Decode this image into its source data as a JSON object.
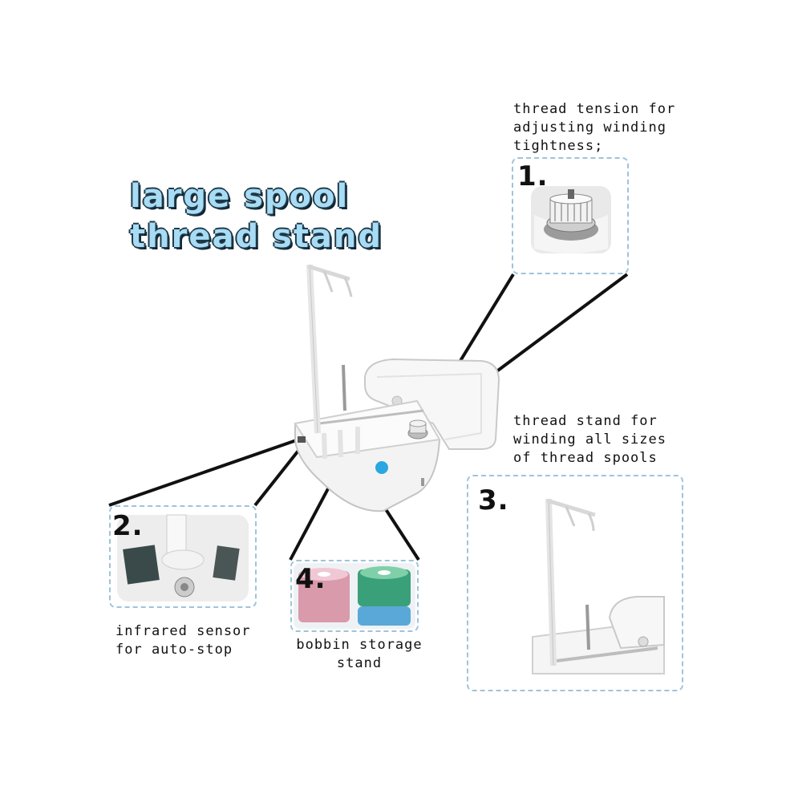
{
  "title": {
    "line1": "large spool",
    "line2": "thread stand"
  },
  "callouts": [
    {
      "number": "1.",
      "caption": [
        "thread tension for",
        "adjusting winding",
        "tightness;"
      ],
      "subject": "tension-knob"
    },
    {
      "number": "2.",
      "caption": [
        "infrared sensor",
        "for auto-stop"
      ],
      "subject": "infrared-sensor"
    },
    {
      "number": "3.",
      "caption": [
        "thread stand for",
        "winding all sizes",
        "of thread spools"
      ],
      "subject": "thread-stand"
    },
    {
      "number": "4.",
      "caption": [
        "bobbin storage",
        "stand"
      ],
      "subject": "bobbin-storage"
    }
  ],
  "colors": {
    "title_fill": "#a8dcf5",
    "title_outline": "#1e3a4a",
    "box_border": "#9fc3dc",
    "button_blue": "#2aa7e0"
  }
}
